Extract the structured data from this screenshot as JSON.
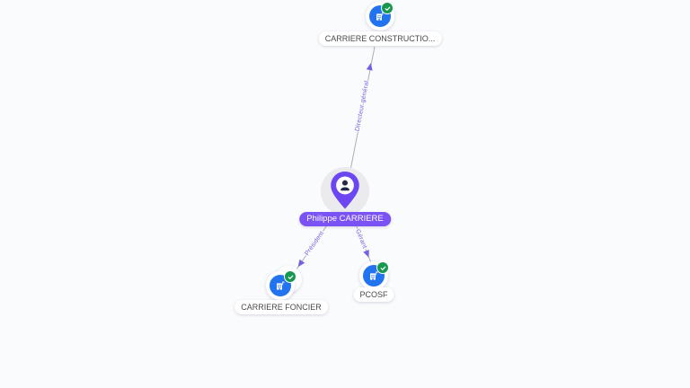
{
  "graph": {
    "nodes": [
      {
        "name": "carriere-construction",
        "label": "CARRIERE CONSTRUCTIO...",
        "type": "company",
        "verified": true
      },
      {
        "name": "philippe-carriere",
        "label": "Philippe CARRIERE",
        "type": "person",
        "verified": false
      },
      {
        "name": "carriere-foncier",
        "label": "CARRIERE FONCIER",
        "type": "company",
        "verified": true,
        "stacked": true
      },
      {
        "name": "pcosf",
        "label": "PCOSF",
        "type": "company",
        "verified": true
      }
    ],
    "edges": [
      {
        "from": "Philippe CARRIERE",
        "to": "CARRIERE CONSTRUCTIO...",
        "label": "Directeur général"
      },
      {
        "from": "Philippe CARRIERE",
        "to": "CARRIERE FONCIER",
        "label": "Président"
      },
      {
        "from": "Philippe CARRIERE",
        "to": "PCOSF",
        "label": "Gérant"
      }
    ]
  },
  "icons": {
    "company": "building-icon",
    "person": "person-icon",
    "verified": "check-badge-icon",
    "person_marker": "map-pin-icon"
  },
  "colors": {
    "background": "#fafbfd",
    "company_icon_blue": "#2173f0",
    "verified_green": "#17984e",
    "person_pin_purple": "#6b46f2",
    "person_label_bg": "#7b52f3",
    "edge_line": "#a9b0ba",
    "edge_label_purple": "#7460e0",
    "company_label_text": "#4a4a4a",
    "person_disc_gray": "#eaeaef"
  }
}
